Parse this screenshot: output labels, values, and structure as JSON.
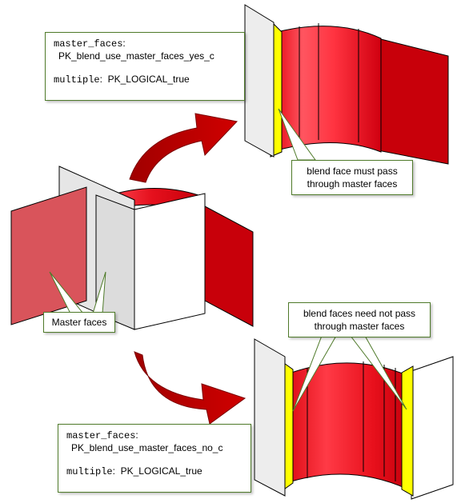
{
  "callout_top": {
    "key1": "master_faces",
    "sep1": ":",
    "value1": "PK_blend_use_master_faces_yes_c",
    "key2": "multiple",
    "sep2": ":",
    "value2": "PK_LOGICAL_true"
  },
  "callout_bottom": {
    "key1": "master_faces",
    "sep1": ":",
    "value1": "PK_blend_use_master_faces_no_c",
    "key2": "multiple",
    "sep2": ":",
    "value2": "PK_LOGICAL_true"
  },
  "labels": {
    "master_faces": "Master faces",
    "must_pass_line1": "blend face must pass",
    "must_pass_line2": "through master faces",
    "need_not_line1": "blend faces need not pass",
    "need_not_line2": "through master faces"
  },
  "colors": {
    "blend_red": "#e0141e",
    "dark_red": "#c8000a",
    "light_red": "#d9545b",
    "yellow": "#ffff00",
    "grey_face": "#e6e6e6",
    "arrow": "#b00000",
    "callout_border": "#4f7a2a"
  }
}
